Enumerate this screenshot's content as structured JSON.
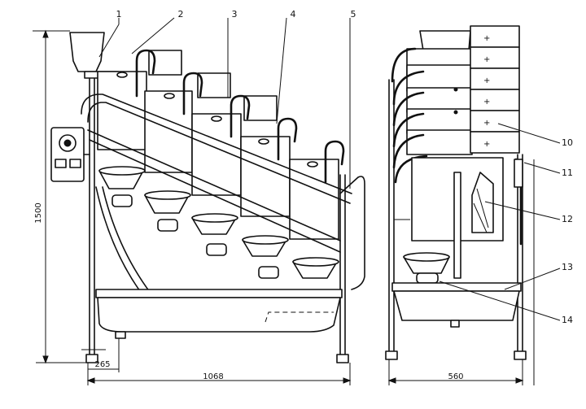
{
  "callouts": [
    "1",
    "2",
    "3",
    "4",
    "5",
    "10",
    "11",
    "12",
    "13",
    "14"
  ],
  "dimensions": {
    "height": "1500",
    "offset": "265",
    "front_width": "1068",
    "side_width": "560"
  }
}
